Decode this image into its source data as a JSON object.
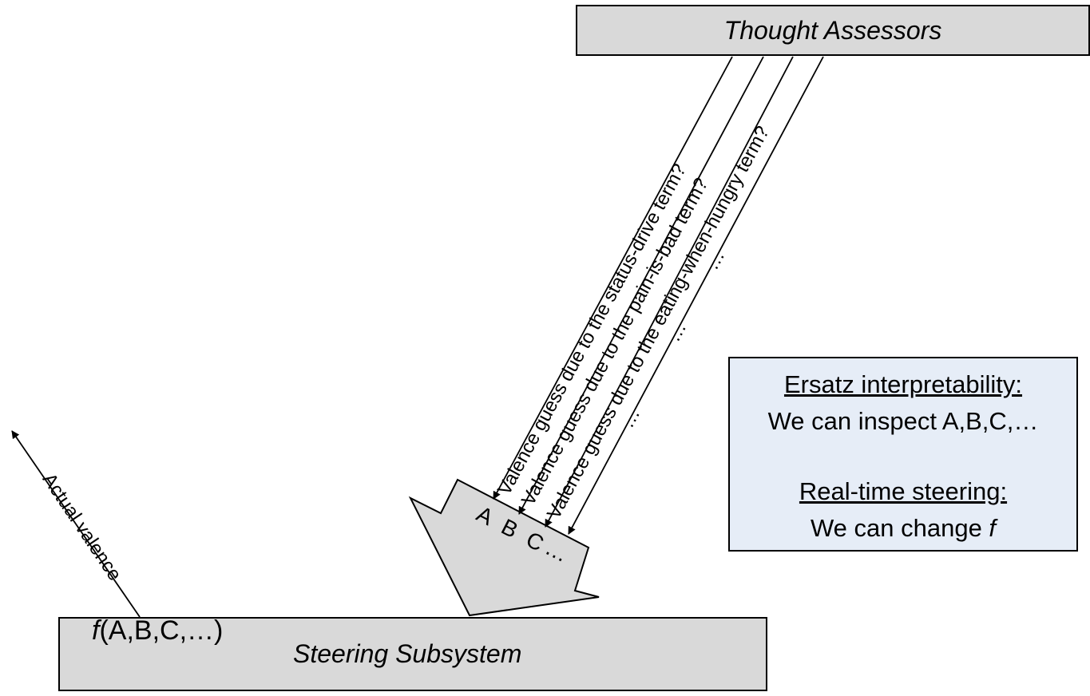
{
  "diagram": {
    "top_box": {
      "label": "Thought Assessors"
    },
    "bottom_box": {
      "label": "Steering Subsystem",
      "function_label": "f(A,B,C,…)",
      "function_symbol": "f",
      "function_args": "(A,B,C,…)"
    },
    "info_box": {
      "heading1": "Ersatz interpretability:",
      "line1": "We can inspect A,B,C,…",
      "heading2": "Real-time steering:",
      "line2_prefix": "We can change ",
      "line2_symbol": "f"
    },
    "arrows": [
      {
        "label": "Valence guess due to the status-drive term?",
        "target": "A"
      },
      {
        "label": "Valence guess due to the pain-is-bad term?",
        "target": "B"
      },
      {
        "label": "Valence guess due to the eating-when-hungry term?",
        "target": "C"
      },
      {
        "label": "…",
        "target": "…"
      }
    ],
    "ellipsis_marks": [
      "…",
      "…",
      "…"
    ],
    "input_letters": [
      "A",
      "B",
      "C",
      "…"
    ],
    "output_arrow": {
      "label": "Actual valence"
    },
    "colors": {
      "box_gray": "#d9d9d9",
      "info_blue": "#e6edf7",
      "stroke": "#000000"
    }
  }
}
